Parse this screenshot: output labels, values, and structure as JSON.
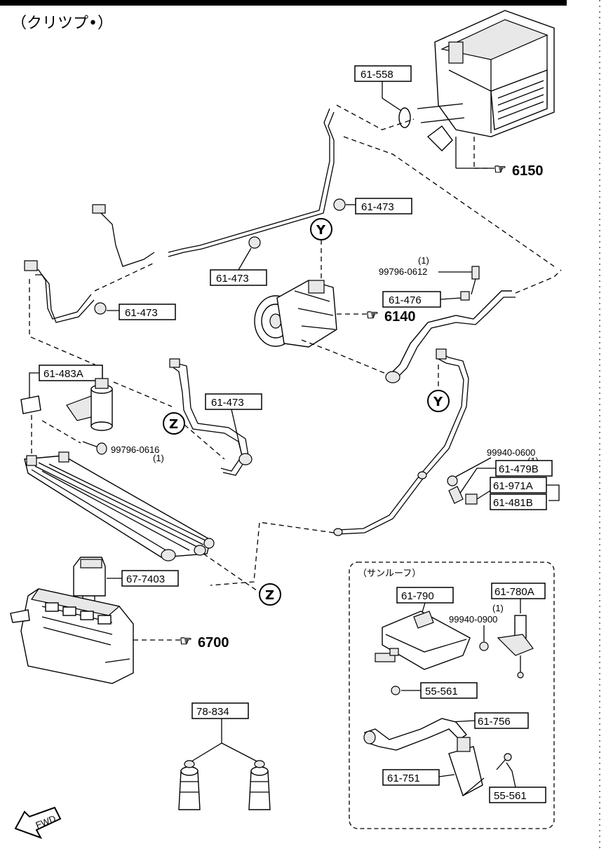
{
  "header": {
    "title": "（クリツプ•）"
  },
  "parts": {
    "p61_558": "61-558",
    "p6150": "6150",
    "p61_473_a": "61-473",
    "p61_473_b": "61-473",
    "p61_473_c": "61-473",
    "p61_473_d": "61-473",
    "p61_476": "61-476",
    "p99796_0612": "99796-0612",
    "p99796_0612_qty": "(1)",
    "p6140": "6140",
    "p61_483A": "61-483A",
    "p99796_0616": "99796-0616",
    "p99796_0616_qty": "(1)",
    "p99940_0600": "99940-0600",
    "p99940_0600_qty": "(1)",
    "p61_479B": "61-479B",
    "p61_971A": "61-971A",
    "p61_481B": "61-481B",
    "p67_7403": "67-7403",
    "p6700": "6700",
    "p78_834": "78-834"
  },
  "markers": {
    "y1": "Y",
    "y2": "Y",
    "z1": "Z",
    "z2": "Z"
  },
  "sunroof": {
    "title": "（サンルーフ）",
    "p61_790": "61-790",
    "p61_780A": "61-780A",
    "p99940_0900": "99940-0900",
    "p99940_0900_qty": "(1)",
    "p55_561_a": "55-561",
    "p61_756": "61-756",
    "p61_751": "61-751",
    "p55_561_b": "55-561"
  },
  "fwd": "FWD"
}
